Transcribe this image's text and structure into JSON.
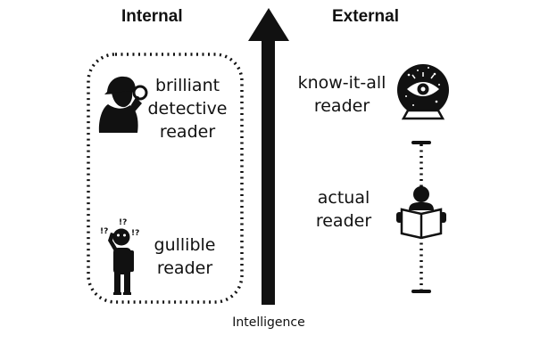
{
  "headings": {
    "internal": "Internal",
    "external": "External"
  },
  "axis": {
    "label": "Intelligence"
  },
  "readers": {
    "detective": [
      "brilliant",
      "detective",
      "reader"
    ],
    "gullible": [
      "gullible",
      "reader"
    ],
    "know_it_all": [
      "know-it-all",
      "reader"
    ],
    "actual": [
      "actual",
      "reader"
    ]
  },
  "thought_marks": [
    "!?",
    "!?",
    "!?"
  ],
  "icons": {
    "detective": "detective-with-magnifier-icon",
    "gullible": "confused-person-icon",
    "know_it_all": "crystal-ball-eye-icon",
    "actual": "person-reading-book-icon"
  },
  "colors": {
    "ink": "#111111",
    "background": "#ffffff"
  }
}
